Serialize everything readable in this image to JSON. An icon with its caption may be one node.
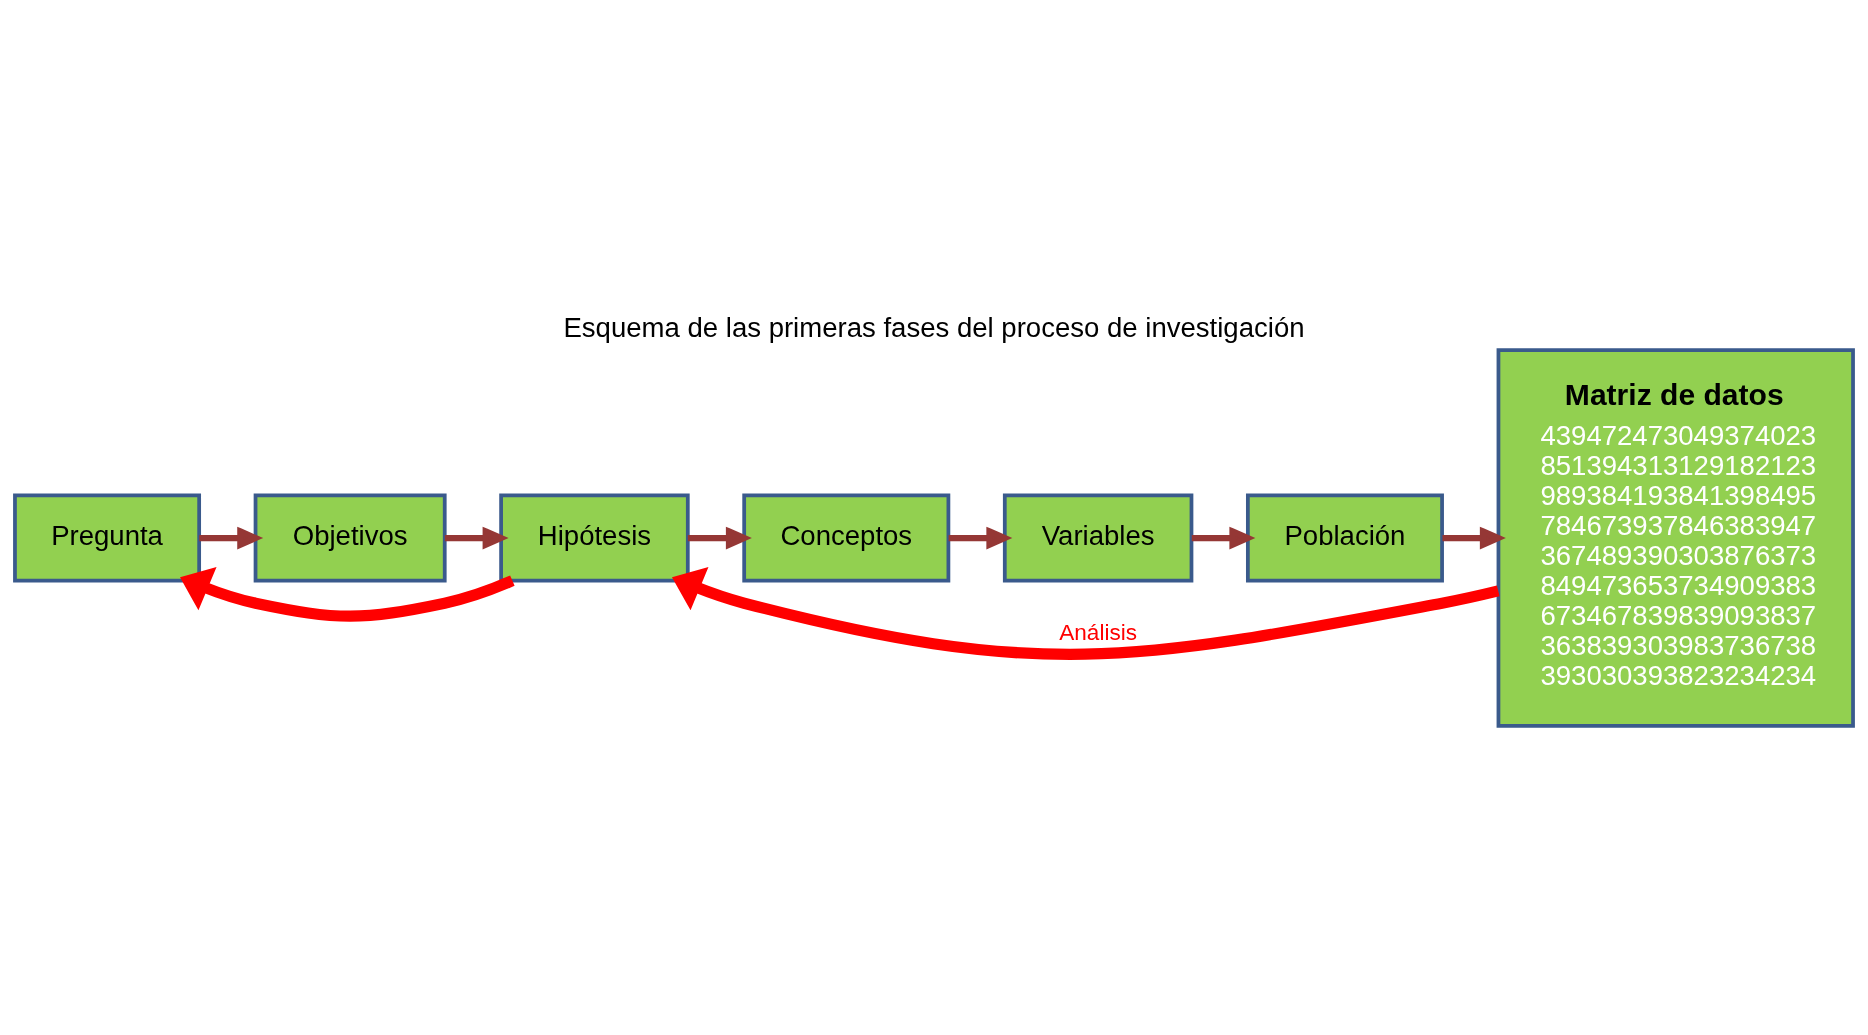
{
  "diagram": {
    "title": "Esquema de las primeras fases del proceso de investigación",
    "nodes": [
      {
        "text": [
          "Pregunta"
        ]
      },
      {
        "text": [
          "Objetivos"
        ]
      },
      {
        "text": [
          "Hipótesis"
        ]
      },
      {
        "text": [
          "Conceptos"
        ]
      },
      {
        "text": [
          "Variables"
        ]
      },
      {
        "text": [
          "Población"
        ]
      },
      {
        "text": [
          "Matriz de datos",
          "439472473049374023 851394313129182123 989384193841398495 784673937846383947 367489390303876373 849473653734909383 673467839839093837 363839303983736738 393030393823234234"
        ]
      }
    ],
    "edges": [
      {
        "from": 0,
        "to": 1,
        "arrow": "to"
      },
      {
        "from": 1,
        "to": 2,
        "arrow": "to"
      },
      {
        "from": 2,
        "to": 3,
        "arrow": "to"
      },
      {
        "from": 3,
        "to": 4,
        "arrow": "to"
      },
      {
        "from": 4,
        "to": 5,
        "arrow": "to"
      },
      {
        "from": 5,
        "to": 6,
        "arrow": "to"
      },
      {
        "from": 6,
        "to": 2,
        "arrow": "to",
        "label": "Análisis",
        "style": "thick",
        "color": "#ff0000"
      },
      {
        "from": 2,
        "to": 0,
        "arrow": "to",
        "style": "thick",
        "color": "#ff0000"
      }
    ]
  }
}
